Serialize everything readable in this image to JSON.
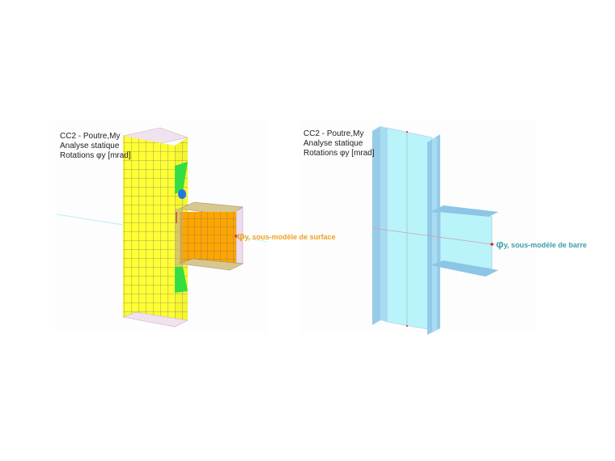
{
  "panels": [
    {
      "id": "surface-submodel",
      "caption": {
        "line1": "CC2 - Poutre,My",
        "line2": "Analyse statique",
        "line3": "Rotations φy [mrad]"
      },
      "callout": {
        "symbol": "φ",
        "subscript": "y",
        "text": ", sous-modèle de surface",
        "color": "#f0a020"
      },
      "colors": {
        "column": "#ffff33",
        "beam": "#ffa500",
        "stress_zone": "#33dd44"
      }
    },
    {
      "id": "member-submodel",
      "caption": {
        "line1": "CC2 - Poutre,My",
        "line2": "Analyse statique",
        "line3": "Rotations φy [mrad]"
      },
      "callout": {
        "symbol": "φ",
        "subscript": "y",
        "text": ", sous-modèle de barre",
        "color": "#3aa0a8"
      },
      "colors": {
        "member": "#b8f4fa",
        "flange": "#8cc6e6"
      }
    }
  ]
}
